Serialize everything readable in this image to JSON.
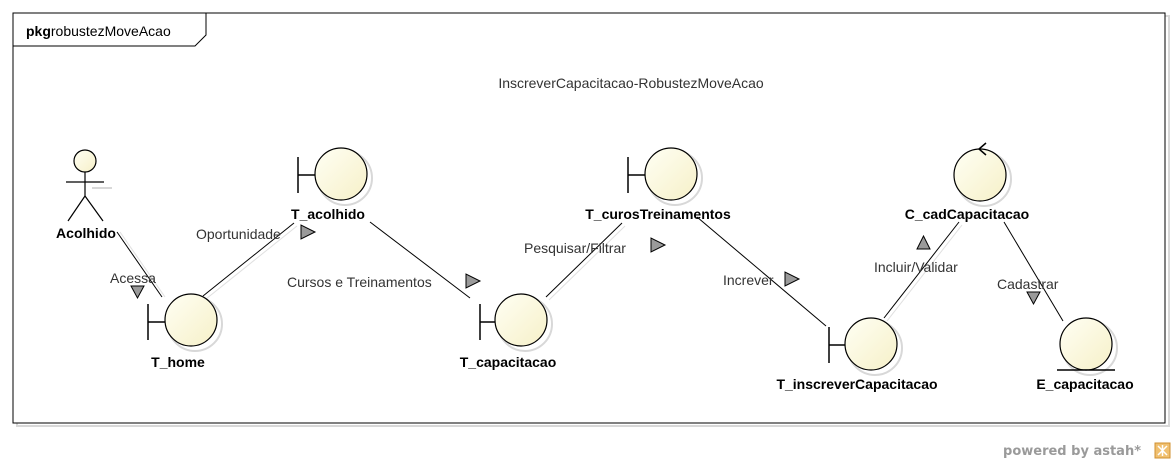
{
  "frame": {
    "keyword": "pkg",
    "name": "robustezMoveAcao"
  },
  "caption": "InscreverCapacitacao-RobustezMoveAcao",
  "elements": {
    "acolhido": "Acolhido",
    "t_home": "T_home",
    "t_acolhido": "T_acolhido",
    "t_capacitacao": "T_capacitacao",
    "t_curos": "T_curosTreinamentos",
    "t_inscrever": "T_inscreverCapacitacao",
    "c_cad": "C_cadCapacitacao",
    "e_cap": "E_capacitacao"
  },
  "messages": {
    "acessa": "Acessa",
    "oportunidade": "Oportunidade",
    "cursos": "Cursos e Treinamentos",
    "pesquisar": "Pesquisar/Filtrar",
    "increver": "Increver",
    "incluir": "Incluir/Validar",
    "cadastrar": "Cadastrar"
  },
  "watermark": "powered by astah*",
  "colors": {
    "fill": "#ffffdd",
    "stroke": "#000000",
    "arrow": "#9a9a9a",
    "text": "#333333"
  }
}
